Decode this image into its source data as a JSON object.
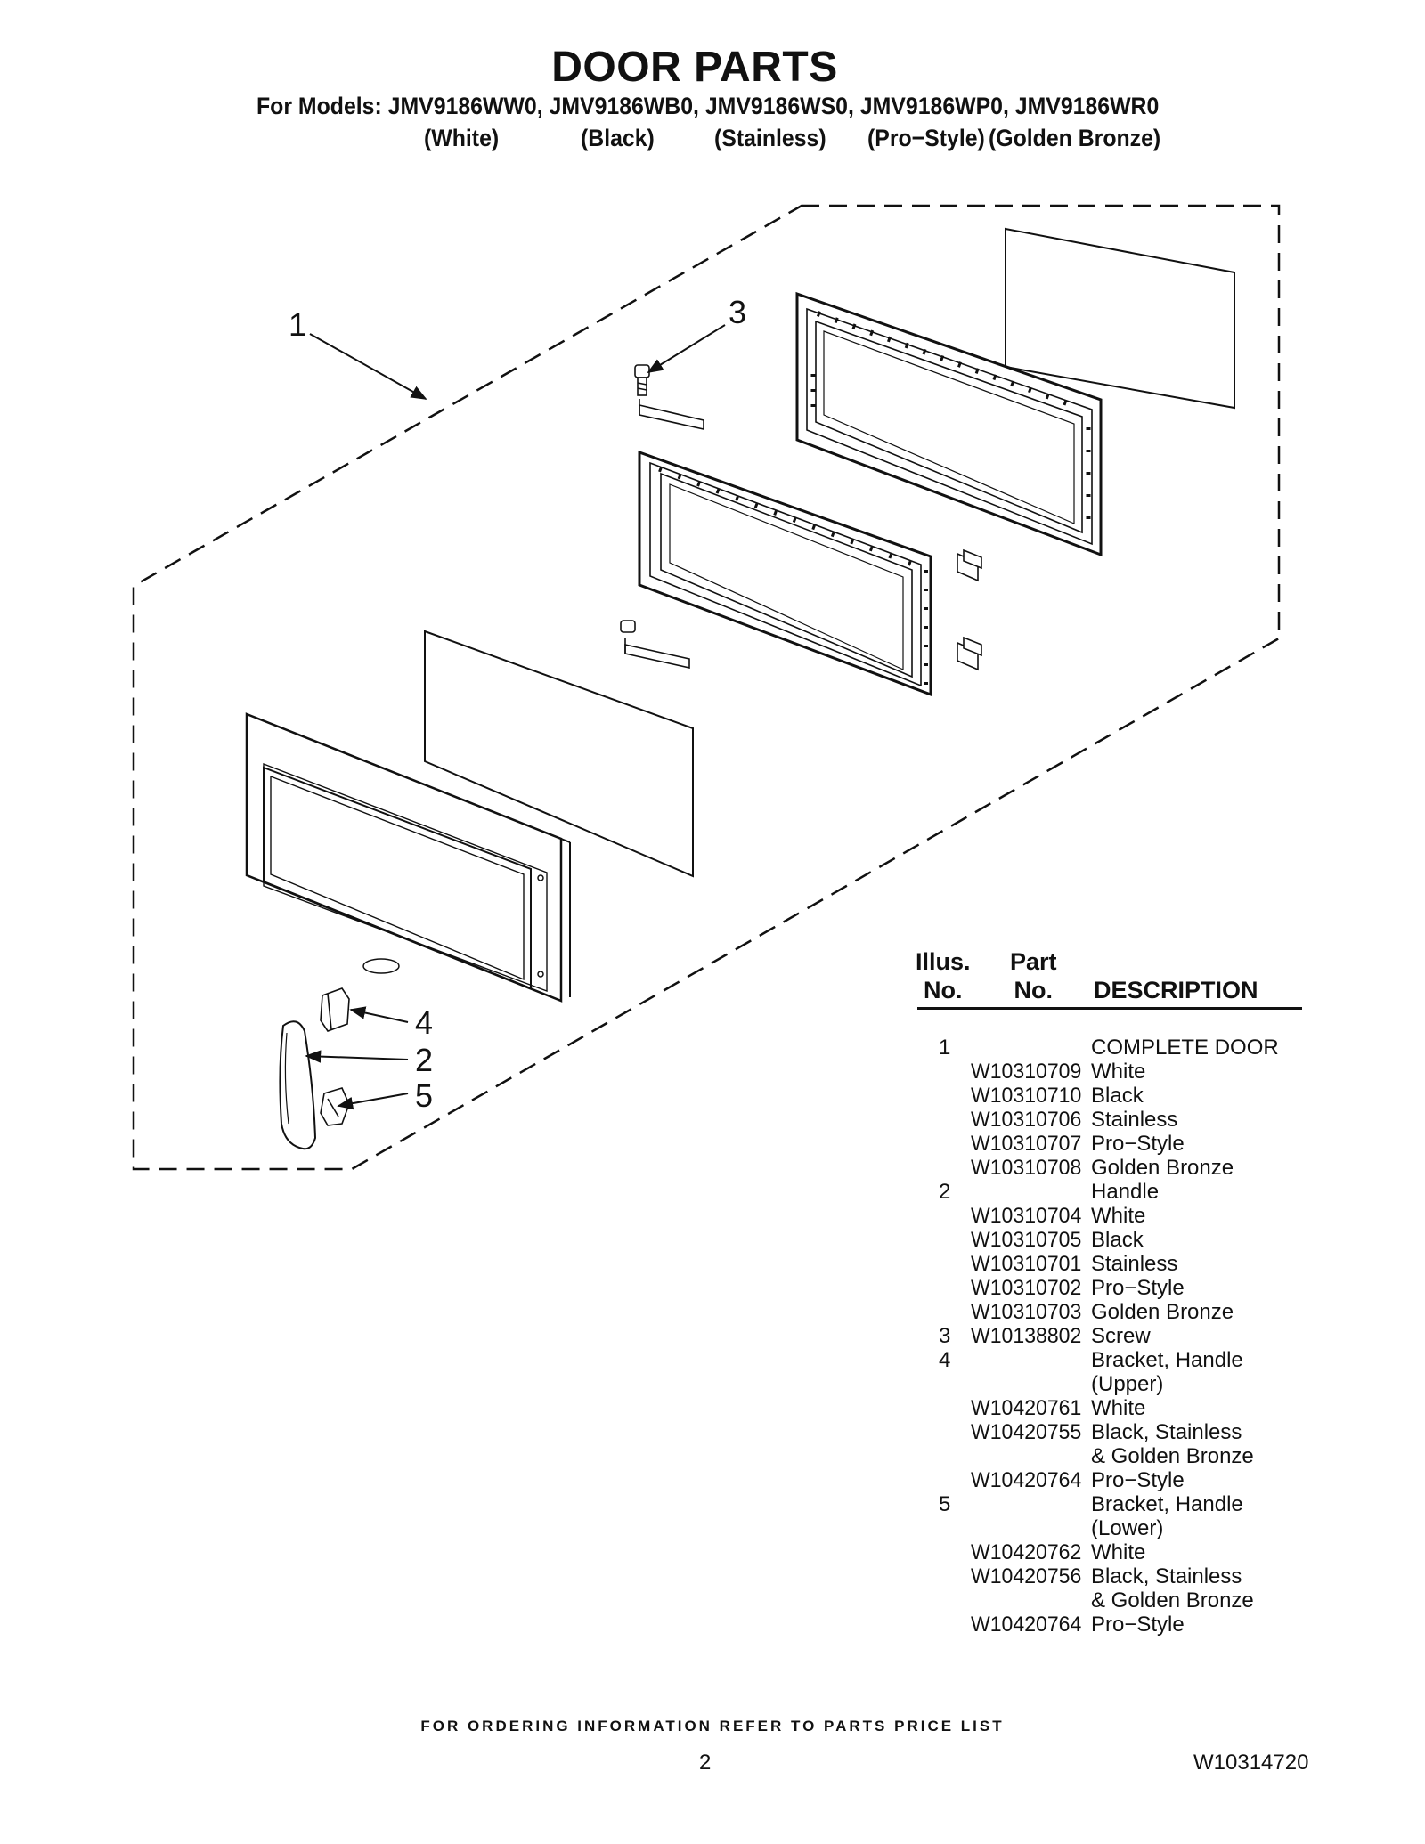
{
  "header": {
    "title": "DOOR PARTS",
    "models_line": "For Models: JMV9186WW0, JMV9186WB0, JMV9186WS0, JMV9186WP0, JMV9186WR0",
    "finishes": [
      "(White)",
      "(Black)",
      "(Stainless)",
      "(Pro−Style)",
      "(Golden Bronze)"
    ]
  },
  "diagram": {
    "callouts": [
      "1",
      "3",
      "4",
      "2",
      "5"
    ]
  },
  "parts_table": {
    "header_illus": "Illus.\nNo.",
    "header_part": "Part\nNo.",
    "header_desc": "DESCRIPTION",
    "rows": [
      {
        "illus": "1",
        "part": "",
        "desc": "COMPLETE DOOR"
      },
      {
        "illus": "",
        "part": "W10310709",
        "desc": "White"
      },
      {
        "illus": "",
        "part": "W10310710",
        "desc": "Black"
      },
      {
        "illus": "",
        "part": "W10310706",
        "desc": "Stainless"
      },
      {
        "illus": "",
        "part": "W10310707",
        "desc": "Pro−Style"
      },
      {
        "illus": "",
        "part": "W10310708",
        "desc": "Golden Bronze"
      },
      {
        "illus": "2",
        "part": "",
        "desc": "Handle"
      },
      {
        "illus": "",
        "part": "W10310704",
        "desc": "White"
      },
      {
        "illus": "",
        "part": "W10310705",
        "desc": "Black"
      },
      {
        "illus": "",
        "part": "W10310701",
        "desc": "Stainless"
      },
      {
        "illus": "",
        "part": "W10310702",
        "desc": "Pro−Style"
      },
      {
        "illus": "",
        "part": "W10310703",
        "desc": "Golden Bronze"
      },
      {
        "illus": "3",
        "part": "W10138802",
        "desc": "Screw"
      },
      {
        "illus": "4",
        "part": "",
        "desc": "Bracket, Handle"
      },
      {
        "illus": "",
        "part": "",
        "desc": "(Upper)"
      },
      {
        "illus": "",
        "part": "W10420761",
        "desc": "White"
      },
      {
        "illus": "",
        "part": "W10420755",
        "desc": "Black, Stainless"
      },
      {
        "illus": "",
        "part": "",
        "desc": "& Golden Bronze"
      },
      {
        "illus": "",
        "part": "W10420764",
        "desc": "Pro−Style"
      },
      {
        "illus": "5",
        "part": "",
        "desc": "Bracket, Handle"
      },
      {
        "illus": "",
        "part": "",
        "desc": "(Lower)"
      },
      {
        "illus": "",
        "part": "W10420762",
        "desc": "White"
      },
      {
        "illus": "",
        "part": "W10420756",
        "desc": "Black, Stainless"
      },
      {
        "illus": "",
        "part": "",
        "desc": "& Golden Bronze"
      },
      {
        "illus": "",
        "part": "W10420764",
        "desc": "Pro−Style"
      }
    ]
  },
  "footer": {
    "note": "FOR ORDERING INFORMATION REFER TO PARTS PRICE LIST",
    "page_number": "2",
    "document_number": "W10314720"
  }
}
